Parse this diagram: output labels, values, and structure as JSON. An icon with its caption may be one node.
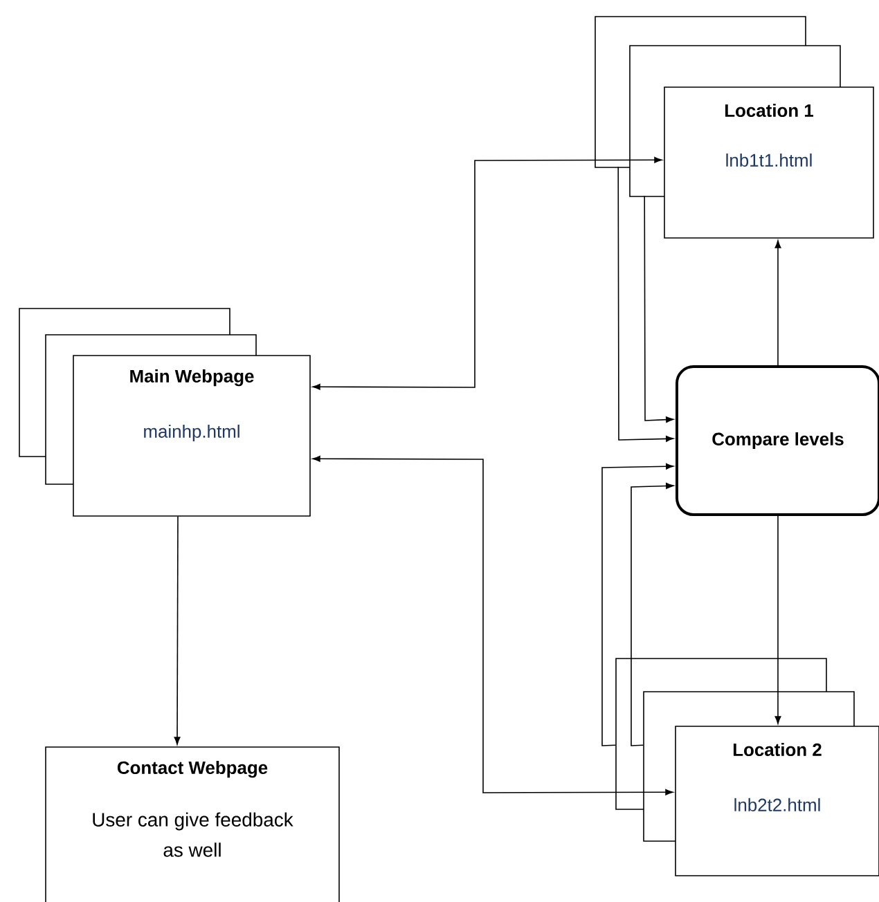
{
  "diagram": {
    "nodes": [
      {
        "text": [
          "Location 1",
          "lnb1t1.html"
        ]
      },
      {
        "text": [
          "Main Webpage",
          "mainhp.html"
        ]
      },
      {
        "text": [
          "Compare levels"
        ]
      },
      {
        "text": [
          "Location 2",
          "lnb2t2.html"
        ]
      },
      {
        "text": [
          "Contact Webpage",
          "User can give feedback as well"
        ]
      }
    ],
    "edges": [
      {
        "from": 1,
        "to": 0,
        "arrow": "both"
      },
      {
        "from": 0,
        "to": 2,
        "arrow": "to"
      },
      {
        "from": 0,
        "to": 2,
        "arrow": "to"
      },
      {
        "from": 2,
        "to": 0,
        "arrow": "to"
      },
      {
        "from": 1,
        "to": 3,
        "arrow": "both"
      },
      {
        "from": 3,
        "to": 2,
        "arrow": "to"
      },
      {
        "from": 3,
        "to": 2,
        "arrow": "to"
      },
      {
        "from": 2,
        "to": 3,
        "arrow": "to"
      },
      {
        "from": 1,
        "to": 4,
        "arrow": "to"
      }
    ]
  }
}
